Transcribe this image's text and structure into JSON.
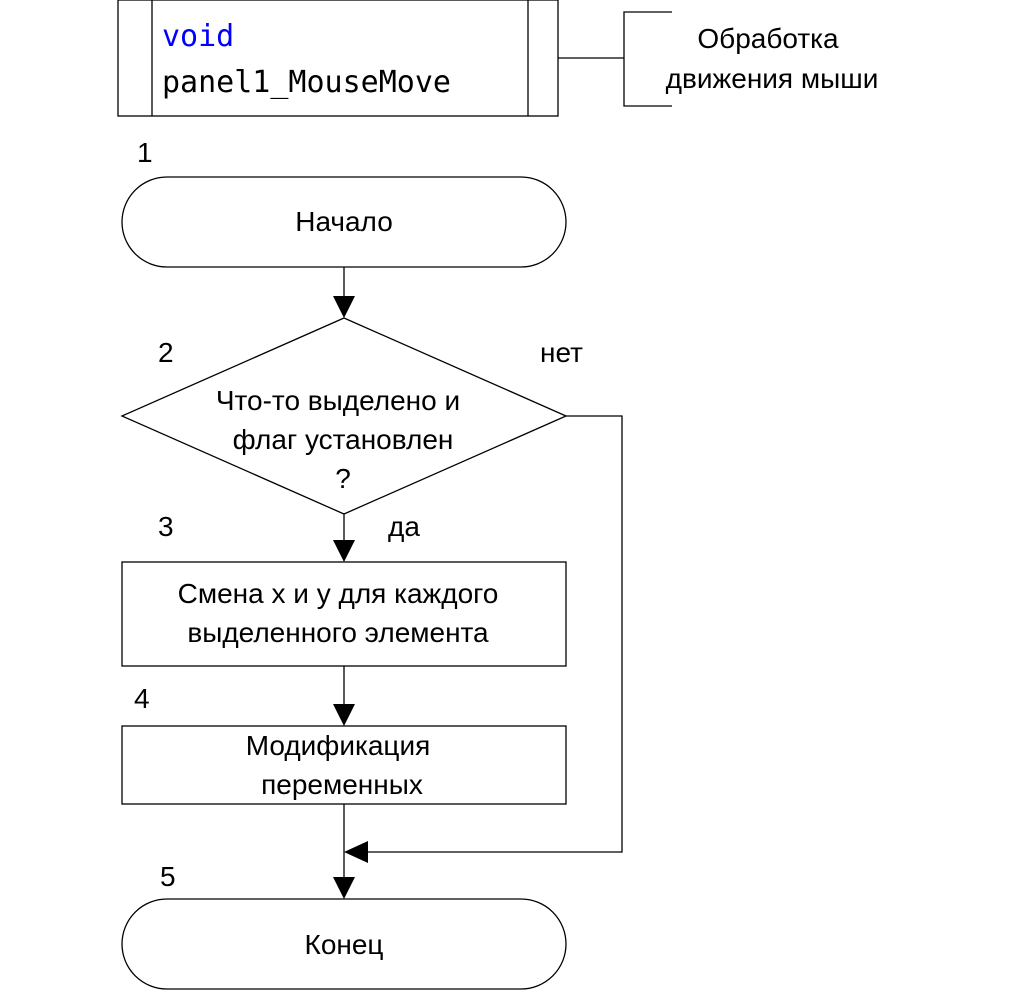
{
  "subroutine": {
    "keyword": "void",
    "name": "panel1_MouseMove",
    "keyword_color": "#0000ff"
  },
  "comment": {
    "line1": "Обработка",
    "line2": "движения мыши"
  },
  "blocks": {
    "start": {
      "number": "1",
      "label": "Начало"
    },
    "decision": {
      "number": "2",
      "line1": "Что-то выделено и",
      "line2": "флаг установлен",
      "line3": "?"
    },
    "process1": {
      "number": "3",
      "line1": "Смена x и y для каждого",
      "line2": "выделенного элемента"
    },
    "process2": {
      "number": "4",
      "line1": "Модификация",
      "line2": "переменных"
    },
    "end": {
      "number": "5",
      "label": "Конец"
    }
  },
  "branches": {
    "no": "нет",
    "yes": "да"
  }
}
